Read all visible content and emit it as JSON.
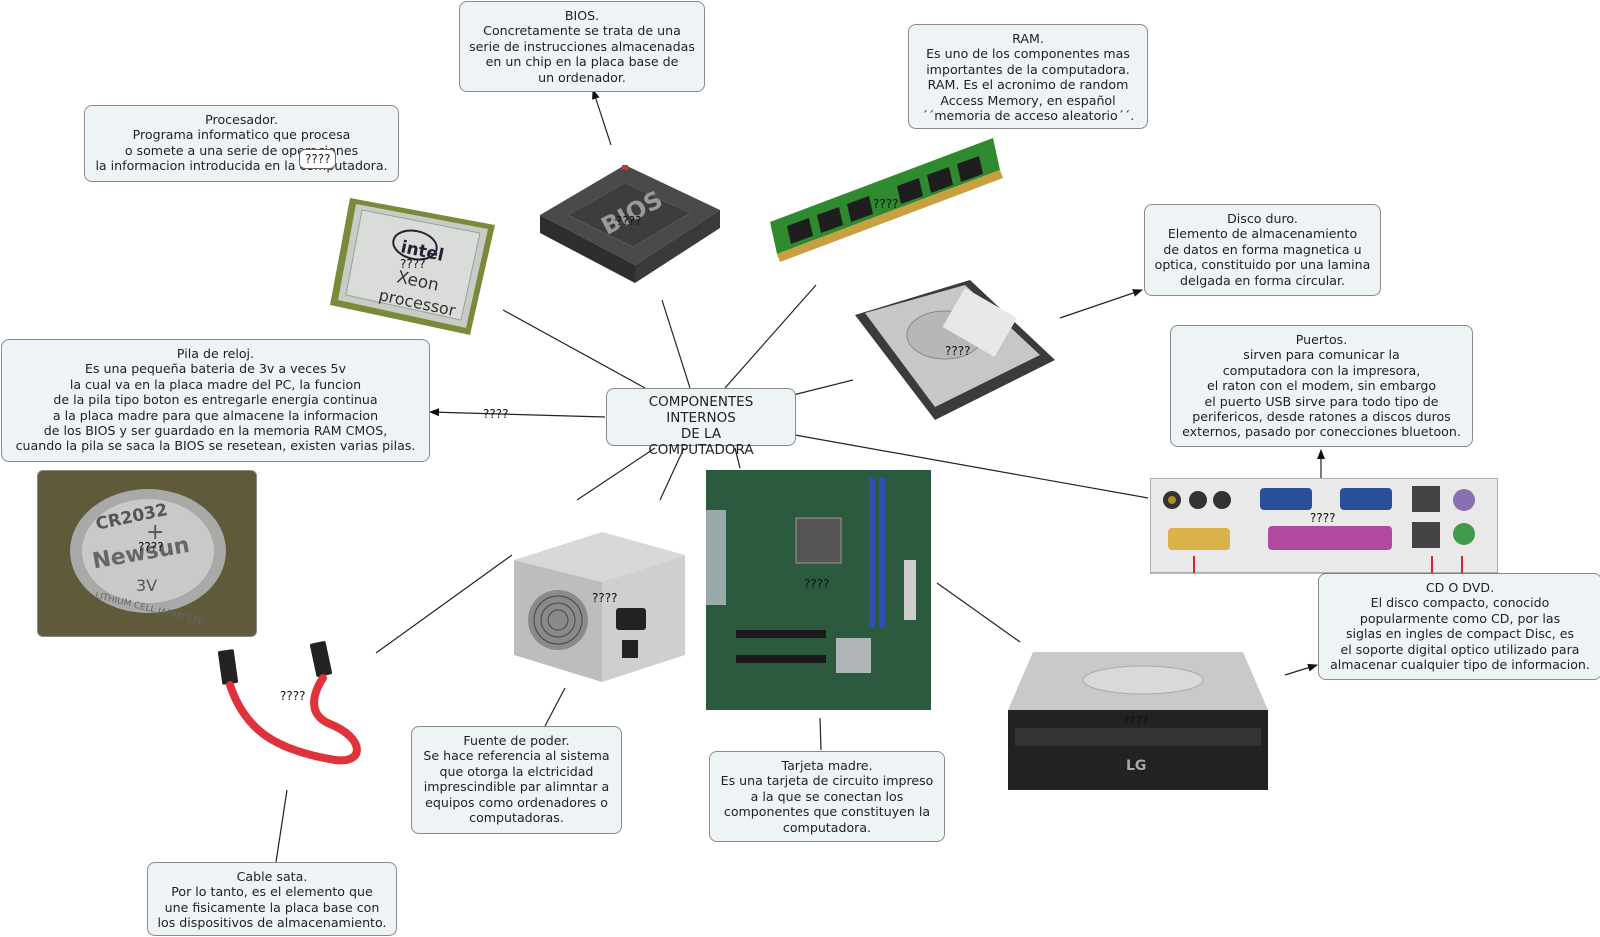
{
  "center": {
    "label": "COMPONENTES INTERNOS\nDE LA\nCOMPUTADORA"
  },
  "placeholder": "????",
  "nodes": {
    "bios": "BIOS.\nConcretamente se trata de una\nserie de instrucciones almacenadas\nen un chip en la placa base de\nun ordenador.",
    "ram": "RAM.\nEs uno de los componentes mas\nimportantes de la computadora.\nRAM. Es el acronimo de random\nAccess Memory, en español\n´´memoria de acceso aleatorio´´.",
    "procesador": "Procesador.\nPrograma informatico que procesa\no somete a una serie de operaciones\nla informacion introducida en la computadora.",
    "disco_duro": "Disco duro.\nElemento de almacenamiento\nde datos en forma magnetica u\noptica, constituido por una lamina\ndelgada en forma circular.",
    "puertos": "Puertos.\nsirven para comunicar la\ncomputadora con la impresora,\nel raton con el modem, sin embargo\nel puerto USB sirve para todo tipo de\nperifericos, desde ratones a discos duros\nexternos, pasado por conecciones bluetoon.",
    "pila": "Pila de reloj.\nEs una pequeña bateria de 3v a veces 5v\nla cual va en la placa madre del PC, la funcion\nde la pila tipo boton es entregarle energia continua\na la placa madre para que almacene la informacion\nde los BIOS y ser guardado en la memoria RAM CMOS,\ncuando la pila se saca la BIOS se resetean, existen varias pilas.",
    "cd_dvd": "CD O DVD.\nEl disco compacto, conocido\npopularmente como CD, por las\nsiglas en ingles de compact Disc, es\nel soporte digital optico utilizado para\nalmacenar cualquier tipo de informacion.",
    "fuente": "Fuente de poder.\nSe hace referencia al sistema\nque otorga la elctricidad\nimprescindible par alimntar a\nequipos como ordenadores o\ncomputadoras.",
    "tarjeta_madre": "Tarjeta madre.\nEs una tarjeta de circuito impreso\na la que se conectan los\ncomponentes que constituyen la\ncomputadora.",
    "cable_sata": "Cable sata.\nPor lo tanto, es el elemento que\nune fisicamente la placa base con\nlos dispositivos de almacenamiento."
  },
  "images": {
    "cpu": {
      "brand": "intel",
      "line1": "Xeon",
      "line2": "processor"
    },
    "bios_chip": {
      "label": "BIOS"
    },
    "battery": {
      "model": "CR2032",
      "brand": "Newsun",
      "voltage": "3V",
      "rim": "LITHIUM CELL JAPAN STD",
      "plus": "+"
    },
    "dvd": {
      "brand": "LG"
    }
  }
}
